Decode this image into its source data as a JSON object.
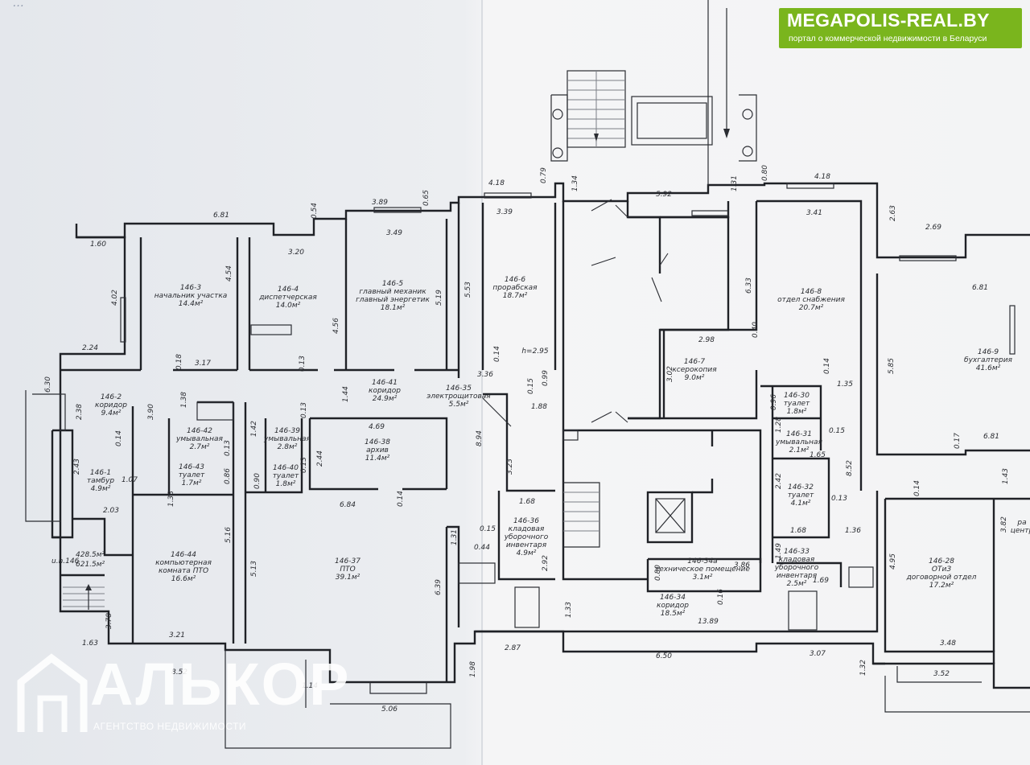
{
  "top_note": "...",
  "logos": {
    "megapolis_title": "MEGAPOLIS-REAL.BY",
    "megapolis_subtitle": "портал о коммерческой недвижимости в Беларуси",
    "alkor_title": "АЛЬКОР",
    "alkor_subtitle": "АГЕНТСТВО НЕДВИЖИМОСТИ"
  },
  "summary": {
    "line1": "u.n.146",
    "area1": "428.5м²",
    "area2": "621.5м²"
  },
  "room_labels": [
    {
      "id": "r146-3",
      "lines": [
        "146-3",
        "начальник участка",
        "14.4м²"
      ]
    },
    {
      "id": "r146-4",
      "lines": [
        "146-4",
        "диспетчерская",
        "14.0м²"
      ]
    },
    {
      "id": "r146-5",
      "lines": [
        "146-5",
        "главный механик",
        "главный энергетик",
        "18.1м²"
      ]
    },
    {
      "id": "r146-6",
      "lines": [
        "146-6",
        "прорабская",
        "18.7м²"
      ]
    },
    {
      "id": "r146-7",
      "lines": [
        "146-7",
        "ксерокопия",
        "9.0м²"
      ]
    },
    {
      "id": "r146-8",
      "lines": [
        "146-8",
        "отдел снабжения",
        "20.7м²"
      ]
    },
    {
      "id": "r146-9",
      "lines": [
        "146-9",
        "бухгалтерия",
        "41.6м²"
      ]
    },
    {
      "id": "r146-2",
      "lines": [
        "146-2",
        "коридор",
        "9.4м²"
      ]
    },
    {
      "id": "r146-41",
      "lines": [
        "146-41",
        "коридор",
        "24.9м²"
      ]
    },
    {
      "id": "r146-35",
      "lines": [
        "146-35",
        "электрощитовая",
        "5.5м²"
      ]
    },
    {
      "id": "r146-42",
      "lines": [
        "146-42",
        "умывальная",
        "2.7м²"
      ]
    },
    {
      "id": "r146-39",
      "lines": [
        "146-39",
        "умывальная",
        "2.8м²"
      ]
    },
    {
      "id": "r146-38",
      "lines": [
        "146-38",
        "архив",
        "11.4м²"
      ]
    },
    {
      "id": "r146-43",
      "lines": [
        "146-43",
        "туалет",
        "1.7м²"
      ]
    },
    {
      "id": "r146-40",
      "lines": [
        "146-40",
        "туалет",
        "1.8м²"
      ]
    },
    {
      "id": "r146-1",
      "lines": [
        "146-1",
        "тамбур",
        "4.9м²"
      ]
    },
    {
      "id": "r146-30",
      "lines": [
        "146-30",
        "туалет",
        "1.8м²"
      ]
    },
    {
      "id": "r146-31",
      "lines": [
        "146-31",
        "умывальная",
        "2.1м²"
      ]
    },
    {
      "id": "r146-32",
      "lines": [
        "146-32",
        "туалет",
        "4.1м²"
      ]
    },
    {
      "id": "r146-44",
      "lines": [
        "146-44",
        "компьютерная",
        "комната ПТО",
        "16.6м²"
      ]
    },
    {
      "id": "r146-37",
      "lines": [
        "146-37",
        "ПТО",
        "39.1м²"
      ]
    },
    {
      "id": "r146-36",
      "lines": [
        "146-36",
        "кладовая",
        "уборочного",
        "инвентаря",
        "4.9м²"
      ]
    },
    {
      "id": "r146-34a",
      "lines": [
        "146-34а",
        "техническое помещение",
        "3.1м²"
      ]
    },
    {
      "id": "r146-34",
      "lines": [
        "146-34",
        "коридор",
        "18.5м²"
      ]
    },
    {
      "id": "r146-33",
      "lines": [
        "146-33",
        "кладовая",
        "уборочного",
        "инвентаря",
        "2.5м²"
      ]
    },
    {
      "id": "r146-28",
      "lines": [
        "146-28",
        "ОТиЗ",
        "договорной отдел",
        "17.2м²"
      ]
    },
    {
      "id": "r-cut-right",
      "lines": [
        "ра",
        "центр"
      ]
    }
  ],
  "dimensions": [
    "6.81",
    "3.89",
    "0.65",
    "0.54",
    "3.49",
    "3.20",
    "1.60",
    "4.54",
    "4.02",
    "2.24",
    "3.17",
    "0.18",
    "0.13",
    "5.19",
    "4.56",
    "5.53",
    "0.14",
    "h=2.95",
    "3.39",
    "4.18",
    "0.79",
    "1.34",
    "5.92",
    "1.31",
    "0.80",
    "4.18",
    "3.41",
    "2.63",
    "2.69",
    "6.81",
    "6.33",
    "0.40",
    "2.98",
    "3.02",
    "0.14",
    "1.35",
    "5.85",
    "0.96",
    "0.15",
    "0.17",
    "6.81",
    "1.28",
    "1.65",
    "8.52",
    "2.42",
    "0.13",
    "1.68",
    "1.36",
    "0.14",
    "1.43",
    "3.82",
    "4.95",
    "3.48",
    "3.52",
    "1.32",
    "3.07",
    "6.50",
    "2.87",
    "13.89",
    "1.33",
    "0.16",
    "3.86",
    "0.80",
    "1.69",
    "1.49",
    "0.15",
    "1.31",
    "0.44",
    "2.92",
    "6.39",
    "1.68",
    "3.23",
    "8.94",
    "1.88",
    "0.99",
    "0.15",
    "3.36",
    "1.44",
    "4.69",
    "0.13",
    "2.44",
    "0.13",
    "1.42",
    "0.90",
    "6.84",
    "0.14",
    "5.16",
    "5.13",
    "0.86",
    "1.38",
    "0.13",
    "1.38",
    "1.07",
    "3.90",
    "2.38",
    "6.30",
    "2.43",
    "0.14",
    "2.03",
    "3.78",
    "1.63",
    "3.21",
    "8.52",
    "5.06",
    "1.98",
    "1.14"
  ]
}
